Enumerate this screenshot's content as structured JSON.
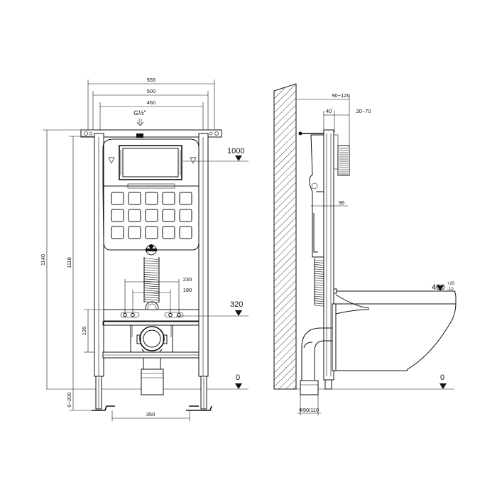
{
  "front_view": {
    "width_outer": "555",
    "width_mid": "500",
    "width_inner": "460",
    "inlet_label": "G½\"",
    "total_height": "1140",
    "frame_height": "1118",
    "leg_adjust": "0~200",
    "bolt_spacing_outer": "230",
    "bolt_spacing_inner": "180",
    "drain_height": "135",
    "feet_spacing": "350",
    "level_button": "1000",
    "level_bolts": "320",
    "level_floor": "0"
  },
  "side_view": {
    "depth_range": "90~120",
    "depth_frame": "40",
    "cover_range": "20~70",
    "cistern_depth": "96",
    "bowl_height_main": "400",
    "bowl_height_tol_up": "+20",
    "bowl_height_tol_down": "-10",
    "pipe_diameter": "Φ90/110",
    "level_floor": "0"
  }
}
